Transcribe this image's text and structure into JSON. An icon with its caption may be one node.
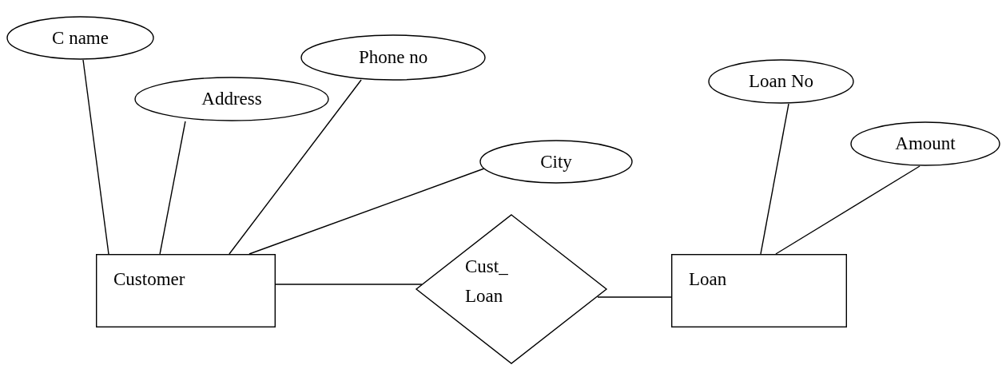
{
  "diagram": {
    "nodes": [
      {
        "text": [
          "C name"
        ]
      },
      {
        "text": [
          "Address"
        ]
      },
      {
        "text": [
          "Phone no"
        ]
      },
      {
        "text": [
          "City"
        ]
      },
      {
        "text": [
          "Customer"
        ]
      },
      {
        "text": [
          "Cust_ Loan"
        ]
      },
      {
        "text": [
          "Loan No"
        ]
      },
      {
        "text": [
          "Amount"
        ]
      },
      {
        "text": [
          "Loan"
        ]
      }
    ],
    "edges": [
      {
        "from": 0,
        "to": 4,
        "arrow": "none"
      },
      {
        "from": 1,
        "to": 4,
        "arrow": "none"
      },
      {
        "from": 2,
        "to": 4,
        "arrow": "none"
      },
      {
        "from": 3,
        "to": 4,
        "arrow": "none"
      },
      {
        "from": 4,
        "to": 5,
        "arrow": "none"
      },
      {
        "from": 5,
        "to": 8,
        "arrow": "none"
      },
      {
        "from": 6,
        "to": 8,
        "arrow": "none"
      },
      {
        "from": 7,
        "to": 8,
        "arrow": "none"
      }
    ]
  }
}
